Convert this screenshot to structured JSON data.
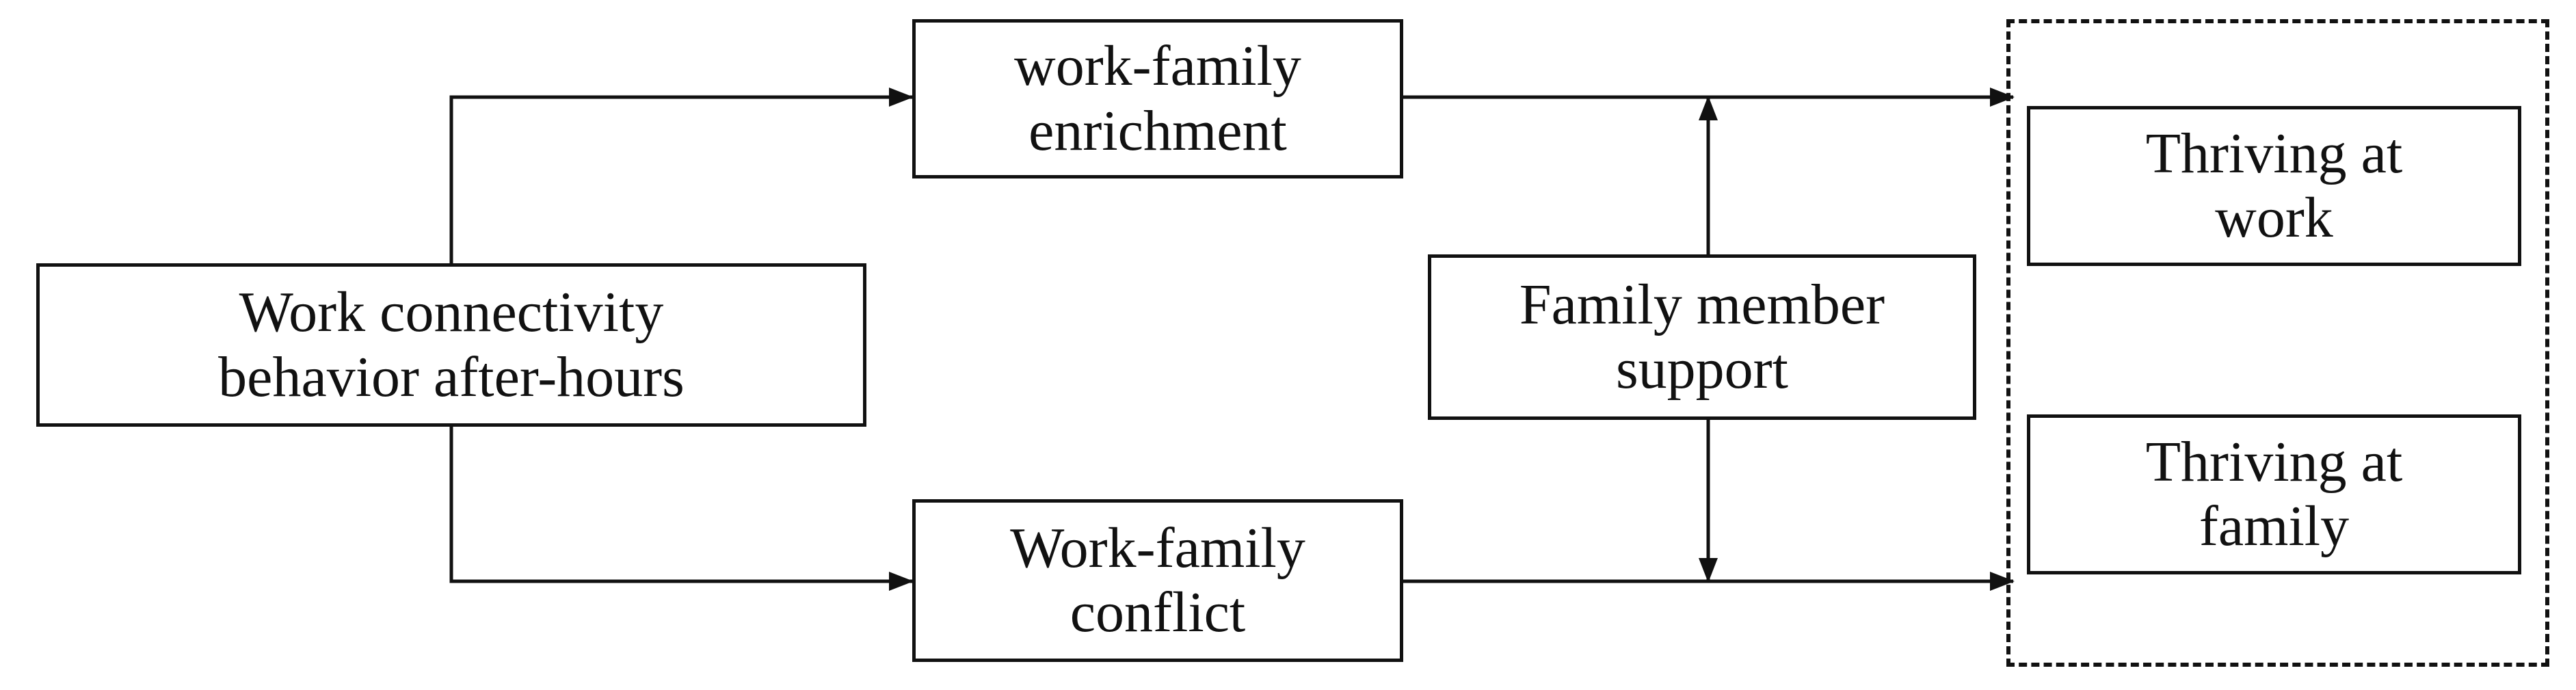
{
  "diagram": {
    "nodes": {
      "predictor": {
        "text": "Work connectivity\nbehavior after-hours"
      },
      "enrichment": {
        "text": "work-family\nenrichment"
      },
      "conflict": {
        "text": "Work-family\nconflict"
      },
      "moderator": {
        "text": "Family member\nsupport"
      },
      "thriving_work": {
        "text": "Thriving at\nwork"
      },
      "thriving_family": {
        "text": "Thriving at\nfamily"
      }
    },
    "edges": [
      {
        "from": "predictor",
        "to": "enrichment"
      },
      {
        "from": "predictor",
        "to": "conflict"
      },
      {
        "from": "enrichment",
        "to": "outcomes"
      },
      {
        "from": "conflict",
        "to": "outcomes"
      },
      {
        "from": "moderator",
        "to": "enrichment-to-outcomes-path"
      },
      {
        "from": "moderator",
        "to": "conflict-to-outcomes-path"
      }
    ],
    "colors": {
      "line": "#111111",
      "background": "#ffffff"
    }
  }
}
